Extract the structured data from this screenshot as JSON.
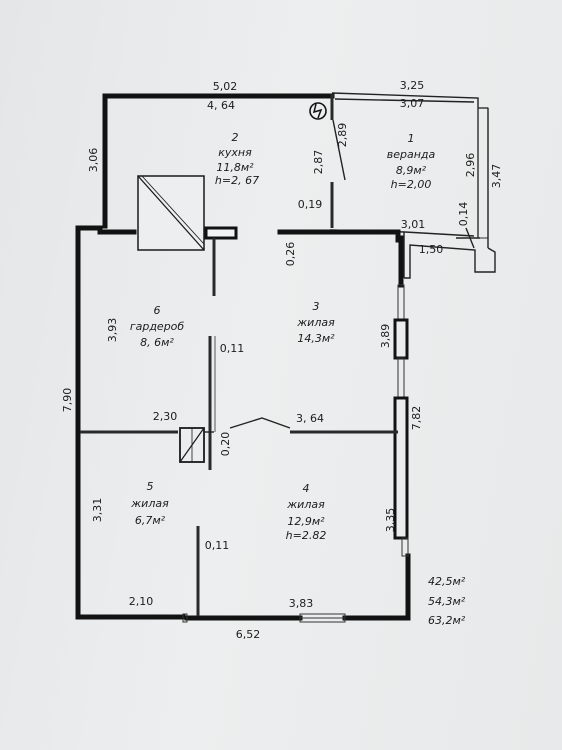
{
  "rooms": [
    {
      "number": "1",
      "name": "веранда",
      "area": "8,9м²",
      "height": "h=2,00"
    },
    {
      "number": "2",
      "name": "кухня",
      "area": "11,8м²",
      "height": "h=2, 67"
    },
    {
      "number": "3",
      "name": "жилая",
      "area": "14,3м²"
    },
    {
      "number": "4",
      "name": "жилая",
      "area": "12,9м²",
      "height": "h=2.82"
    },
    {
      "number": "5",
      "name": "жилая",
      "area": "6,7м²"
    },
    {
      "number": "6",
      "name": "гардероб",
      "area": "8, 6м²"
    }
  ],
  "dimensions": {
    "top_outer": "5,02",
    "top_inner": "4, 64",
    "veranda_top_outer": "3,25",
    "veranda_top_inner": "3,07",
    "left_upper": "3,06",
    "left_total": "7,90",
    "kitchen_door": "2,89",
    "kitchen_wall": "2,87",
    "partition_019": "0,19",
    "partition_026": "0,26",
    "veranda_side_inner": "2,96",
    "veranda_side_outer": "3,47",
    "veranda_bottom": "3,01",
    "veranda_014": "0,14",
    "veranda_step": "1,50",
    "room6_height": "3,93",
    "partition_011_upper": "0,11",
    "room3_right": "3,89",
    "right_total": "7,82",
    "room6_width": "2,30",
    "room3_width": "3, 64",
    "partition_020": "0,20",
    "room5_height": "3,31",
    "room4_right": "3,35",
    "partition_011_lower": "0,11",
    "bottom_left": "2,10",
    "bottom_mid": "3,83",
    "bottom_total": "6,52"
  },
  "totals": [
    "42,5м²",
    "54,3м²",
    "63,2м²"
  ],
  "icons": {
    "stove": "stove-icon",
    "meter": "electric-meter-icon"
  }
}
